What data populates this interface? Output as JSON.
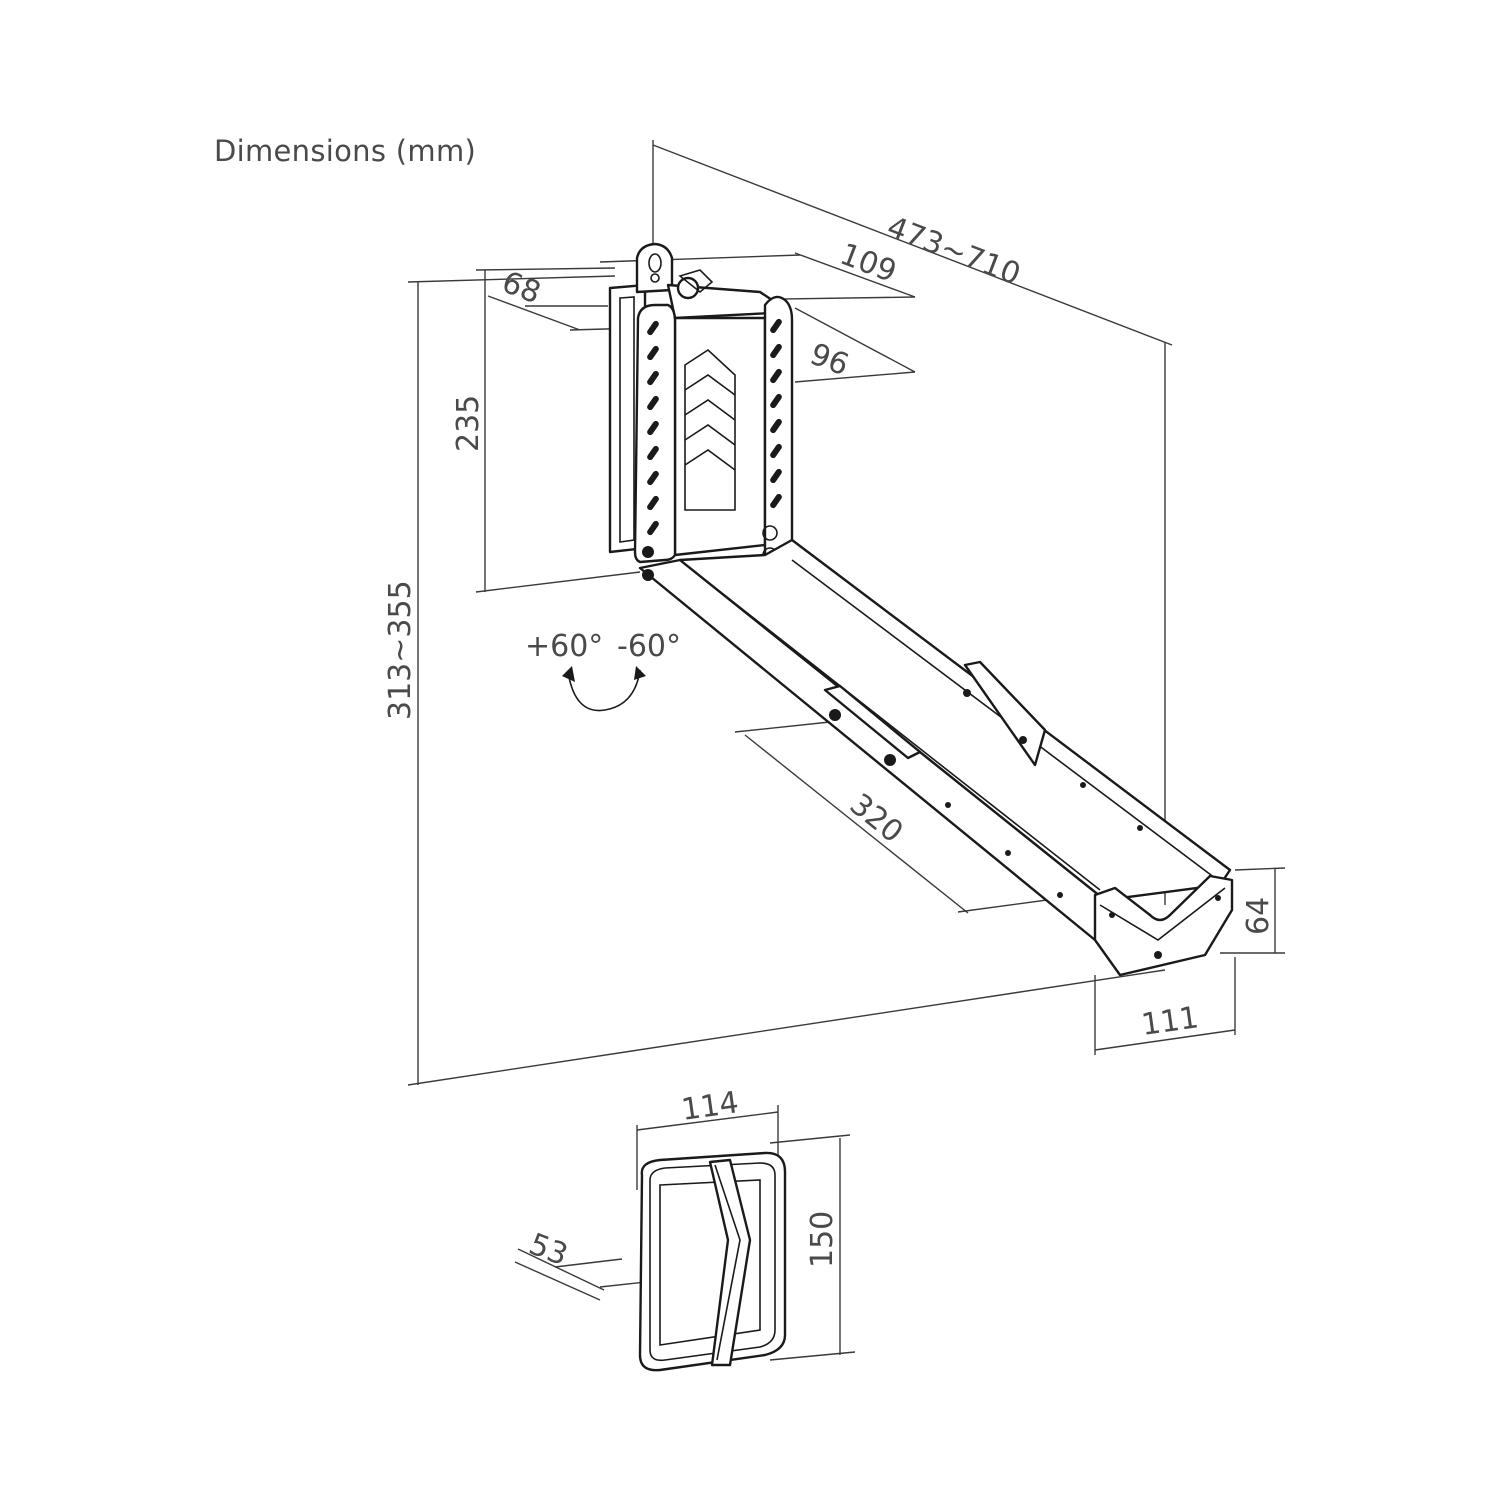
{
  "title": "Dimensions (mm)",
  "dimensions": {
    "total_depth": "473~710",
    "top_offset": "109",
    "bracket_depth": "68",
    "bracket_width": "96",
    "wall_plate_height": "235",
    "total_height": "313~355",
    "rotation_positive": "+60°",
    "rotation_negative": "-60°",
    "arm_length": "320",
    "cradle_height": "64",
    "cradle_width": "111",
    "pad_width": "114",
    "pad_height": "150",
    "pad_depth": "53"
  }
}
